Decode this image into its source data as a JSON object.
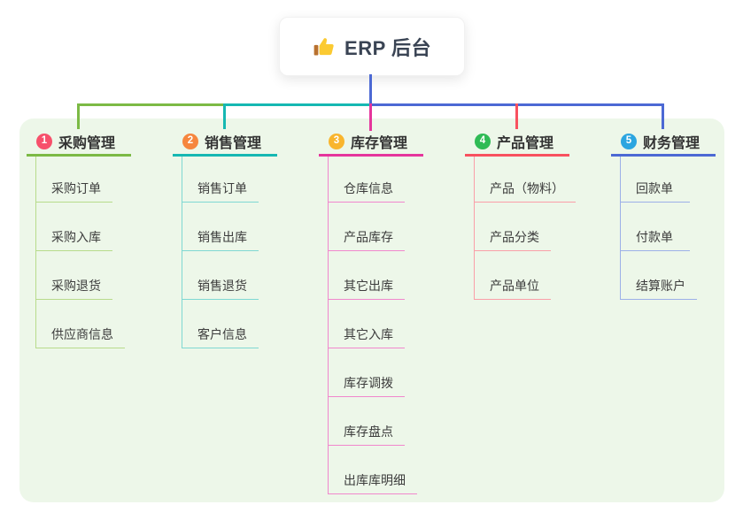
{
  "root": {
    "title": "ERP 后台",
    "icon": "thumbs-up"
  },
  "panel_bg": "#edf7e9",
  "trunk_color": "#4c69d4",
  "branches": [
    {
      "num": "1",
      "title": "采购管理",
      "badge_color": "#f7506b",
      "line_color": "#7cba45",
      "light_color": "#b7db8b",
      "items": [
        "采购订单",
        "采购入库",
        "采购退货",
        "供应商信息"
      ]
    },
    {
      "num": "2",
      "title": "销售管理",
      "badge_color": "#f6863e",
      "line_color": "#16b8b2",
      "light_color": "#7fd8d2",
      "items": [
        "销售订单",
        "销售出库",
        "销售退货",
        "客户信息"
      ]
    },
    {
      "num": "3",
      "title": "库存管理",
      "badge_color": "#f9b52d",
      "line_color": "#e5359c",
      "light_color": "#f187cd",
      "items": [
        "仓库信息",
        "产品库存",
        "其它出库",
        "其它入库",
        "库存调拨",
        "库存盘点",
        "出库库明细"
      ]
    },
    {
      "num": "4",
      "title": "产品管理",
      "badge_color": "#2fbb55",
      "line_color": "#f8515f",
      "light_color": "#fa9fa8",
      "items": [
        "产品（物料）",
        "产品分类",
        "产品单位"
      ]
    },
    {
      "num": "5",
      "title": "财务管理",
      "badge_color": "#2ba5e0",
      "line_color": "#4c69d4",
      "light_color": "#9cb0e8",
      "items": [
        "回款单",
        "付款单",
        "结算账户"
      ]
    }
  ]
}
